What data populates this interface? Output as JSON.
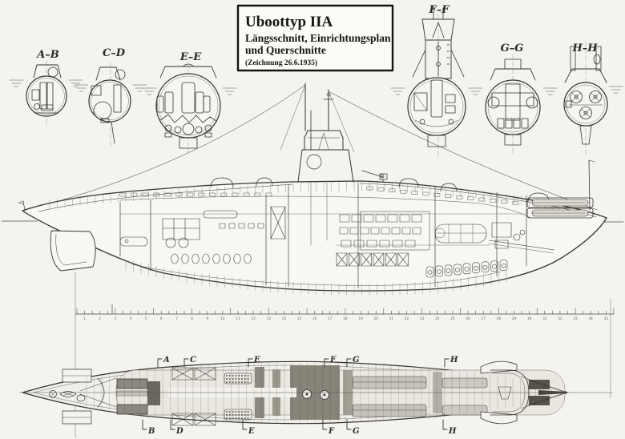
{
  "title_block": {
    "line1": "Uboottyp IIA",
    "line2": "Längsschnitt, Einrichtungsplan",
    "line3": "und Querschnitte",
    "line4": "(Zeichnung 26.6.1935)"
  },
  "sections": [
    {
      "label": "A–B"
    },
    {
      "label": "C–D"
    },
    {
      "label": "E–E"
    },
    {
      "label": "F–F"
    },
    {
      "label": "G–G"
    },
    {
      "label": "H–H"
    }
  ],
  "plan_markers": {
    "top": [
      "A",
      "C",
      "E",
      "F",
      "G",
      "H"
    ],
    "bottom": [
      "B",
      "D",
      "E",
      "F",
      "G",
      "H"
    ]
  },
  "scale": {
    "numbers": [
      "1",
      "2",
      "3",
      "4",
      "5",
      "6",
      "7",
      "8",
      "9",
      "10",
      "11",
      "12",
      "13",
      "14",
      "15",
      "16",
      "17",
      "18",
      "19",
      "20",
      "21",
      "22",
      "23",
      "24",
      "25",
      "26",
      "27",
      "28",
      "29",
      "30",
      "31",
      "32",
      "33",
      "34",
      "35"
    ]
  },
  "colors": {
    "paper": "#f4f3ef",
    "ink": "#35342f",
    "ink_light": "#6f6d66",
    "shade_light": "#d6d4cc",
    "shade_mid": "#a19e94",
    "shade_dark": "#6a675e",
    "title_border": "#141414"
  }
}
